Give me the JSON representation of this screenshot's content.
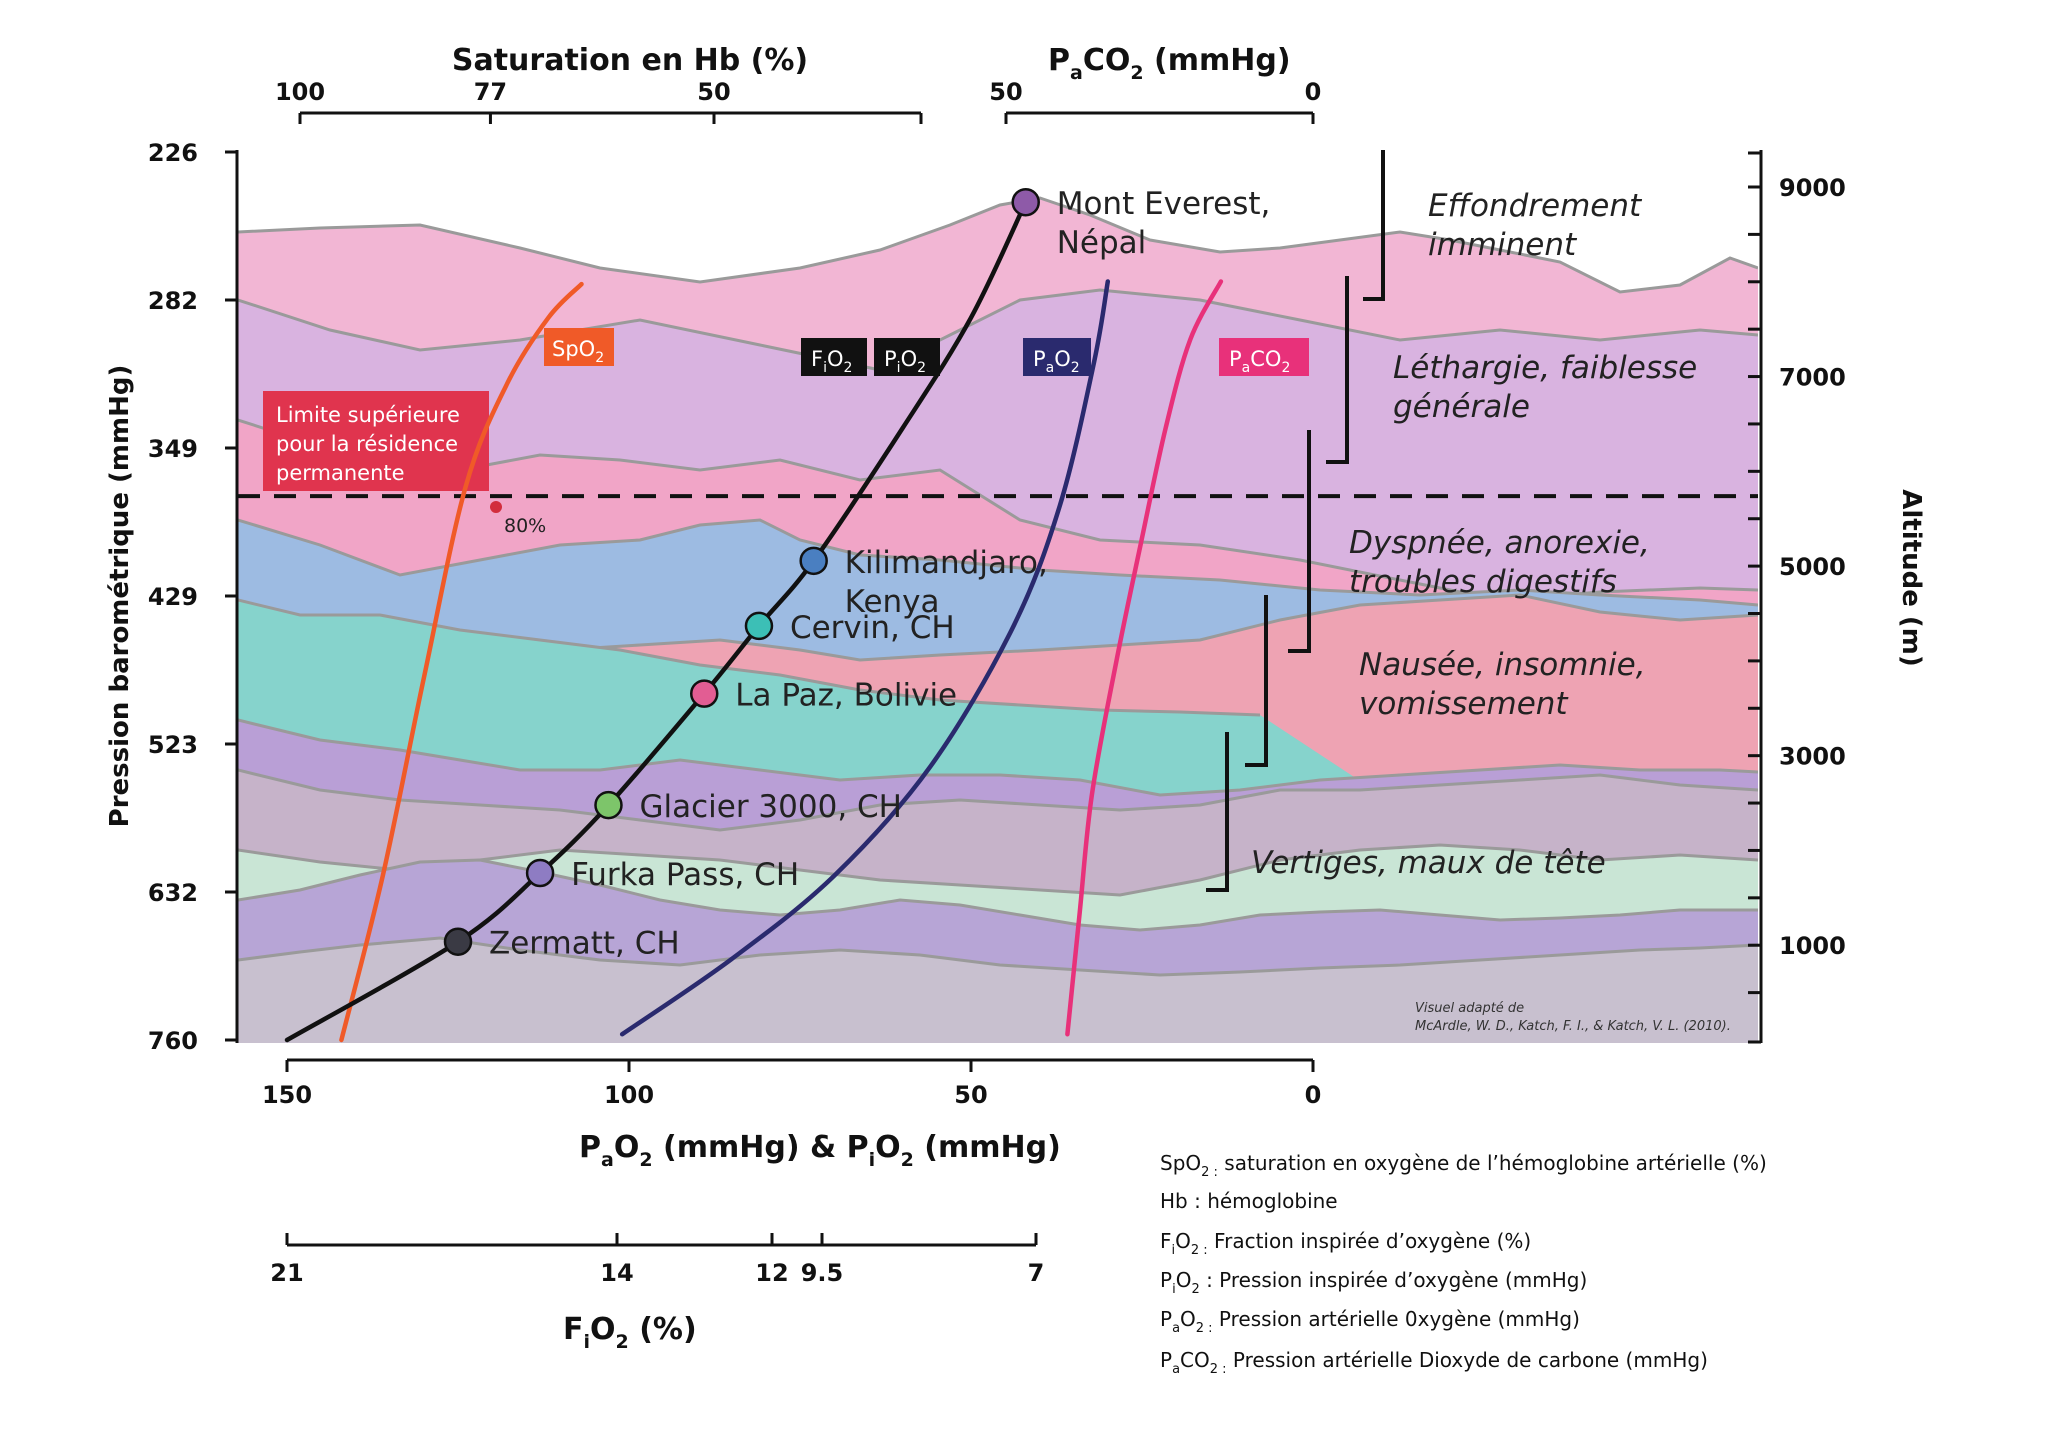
{
  "chart_data": {
    "type": "line",
    "axes": {
      "left": {
        "label": "Pression barométrique (mmHg)",
        "ticks": [
          "226",
          "282",
          "349",
          "429",
          "523",
          "632",
          "760"
        ]
      },
      "right": {
        "label": "Altitude (m)",
        "ticks": [
          "9000",
          "7000",
          "5000",
          "3000",
          "1000"
        ]
      },
      "top_saturation": {
        "label": "Saturation en Hb (%)",
        "ticks": [
          "100",
          "77",
          "50"
        ]
      },
      "top_paco2": {
        "label_main": "P",
        "label_sub": "a",
        "label_rest": "CO",
        "label_sub2": "2",
        "label_unit": " (mmHg)",
        "ticks": [
          "50",
          "0"
        ]
      },
      "bottom_po2": {
        "label": "P_aO_2 (mmHg) & P_iO_2 (mmHg)",
        "ticks": [
          "150",
          "100",
          "50",
          "0"
        ]
      },
      "bottom_fio2": {
        "label": "F_iO_2 (%)",
        "ticks": [
          "21",
          "14",
          "12",
          "9.5",
          "7"
        ]
      }
    },
    "bottom_po2_label": {
      "p1": "P",
      "s1": "a",
      "m1": "O",
      "s2": "2",
      "mid": " (mmHg) & P",
      "s3": "i",
      "m2": "O",
      "s4": "2",
      "end": " (mmHg)"
    },
    "bottom_fio2_label": {
      "p": "F",
      "s1": "i",
      "m": "O",
      "s2": "2",
      "end": " (%)"
    },
    "series": [
      {
        "name": "SpO2",
        "label_main": "SpO",
        "label_sub": "2",
        "color": "#f05a28",
        "x": [
          95,
          90,
          85,
          80,
          75,
          70,
          66
        ],
        "y": [
          760,
          620,
          480,
          370,
          320,
          290,
          276
        ]
      },
      {
        "name": "FiO2 PiO2",
        "color": "#111111",
        "x": [
          150,
          125,
          113,
          103,
          89,
          81,
          73,
          60,
          50,
          42
        ],
        "y": [
          760,
          675,
          618,
          568,
          491,
          448,
          410,
          340,
          290,
          245
        ]
      },
      {
        "name": "PaO2",
        "label_main": "P",
        "label_sub": "a",
        "label_rest": "O",
        "label_sub2": "2",
        "color": "#2a2a6e",
        "x": [
          101,
          85,
          70,
          56,
          44,
          37,
          32,
          30
        ],
        "y": [
          755,
          690,
          620,
          540,
          450,
          380,
          310,
          275
        ]
      },
      {
        "name": "PaCO2",
        "label_main": "P",
        "label_sub": "a",
        "label_rest": "CO",
        "label_sub2": "2",
        "color": "#e8317a",
        "x": [
          40,
          38,
          36,
          32,
          28,
          24,
          20,
          15
        ],
        "y": [
          755,
          650,
          560,
          470,
          400,
          340,
          300,
          275
        ]
      }
    ],
    "locations": [
      {
        "name": "Mont Everest,",
        "name2": "Népal",
        "x": 42,
        "y": 245,
        "color": "#8e5aa8"
      },
      {
        "name": "Kilimandjaro,",
        "name2": "Kenya",
        "x": 73,
        "y": 410,
        "color": "#4a7fc1"
      },
      {
        "name": "Cervin, CH",
        "name2": "",
        "x": 81,
        "y": 448,
        "color": "#3cbfb6"
      },
      {
        "name": "La Paz, Bolivie",
        "name2": "",
        "x": 89,
        "y": 491,
        "color": "#e25d93"
      },
      {
        "name": "Glacier 3000, CH",
        "name2": "",
        "x": 103,
        "y": 568,
        "color": "#7dc56a"
      },
      {
        "name": "Furka Pass, CH",
        "name2": "",
        "x": 113,
        "y": 618,
        "color": "#8e7cc3"
      },
      {
        "name": "Zermatt, CH",
        "name2": "",
        "x": 125,
        "y": 675,
        "color": "#3a3a44"
      }
    ],
    "line_labels": {
      "spo2": {
        "main": "SpO",
        "sub": "2"
      },
      "fio2": {
        "main": "F",
        "sub": "i",
        "rest": "O",
        "sub2": "2"
      },
      "pio2": {
        "main": "P",
        "sub": "i",
        "rest": "O",
        "sub2": "2"
      },
      "pao2": {
        "main": "P",
        "sub": "a",
        "rest": "O",
        "sub2": "2"
      },
      "paco2": {
        "main": "P",
        "sub": "a",
        "rest": "CO",
        "sub2": "2"
      }
    },
    "threshold": {
      "box_lines": [
        "Limite supérieure",
        "pour la résidence",
        "permanente"
      ],
      "percent_label": "80%",
      "pressure": 375
    },
    "symptoms": [
      {
        "line1": "Effondrement",
        "line2": "imminent"
      },
      {
        "line1": "Léthargie, faiblesse",
        "line2": "générale"
      },
      {
        "line1": "Dyspnée, anorexie,",
        "line2": "troubles digestifs"
      },
      {
        "line1": "Nausée, insomnie,",
        "line2": "vomissement"
      },
      {
        "line1": "Vertiges, maux de tête",
        "line2": ""
      }
    ],
    "legend": [
      {
        "abbr_main": "SpO",
        "abbr_sub": "2 :",
        "text": " saturation en oxygène de l’hémoglobine artérielle (%)"
      },
      {
        "abbr_main": "Hb",
        "abbr_sub": "",
        "text": " : hémoglobine"
      },
      {
        "abbr_main": "F",
        "abbr_sub": "i",
        "abbr_rest": "O",
        "abbr_sub2": "2 :",
        "text": " Fraction inspirée d’oxygène (%)"
      },
      {
        "abbr_main": "P",
        "abbr_sub": "i",
        "abbr_rest": "O",
        "abbr_sub2": "2",
        "text": " : Pression inspirée d’oxygène (mmHg)"
      },
      {
        "abbr_main": "P",
        "abbr_sub": "a",
        "abbr_rest": "O",
        "abbr_sub2": "2 :",
        "text": " Pression artérielle 0xygène (mmHg)"
      },
      {
        "abbr_main": "P",
        "abbr_sub": "a",
        "abbr_rest": "CO",
        "abbr_sub2": "2 :",
        "text": " Pression artérielle Dioxyde de carbone (mmHg)"
      }
    ],
    "credit": [
      "Visuel adapté de",
      "McArdle, W. D., Katch, F. I., & Katch, V. L. (2010)."
    ],
    "colors": {
      "spo2": "#f05a28",
      "pao2": "#2a2a6e",
      "paco2": "#e8317a",
      "threshold_box": "#e0344e",
      "dark_tag": "#111111"
    }
  }
}
